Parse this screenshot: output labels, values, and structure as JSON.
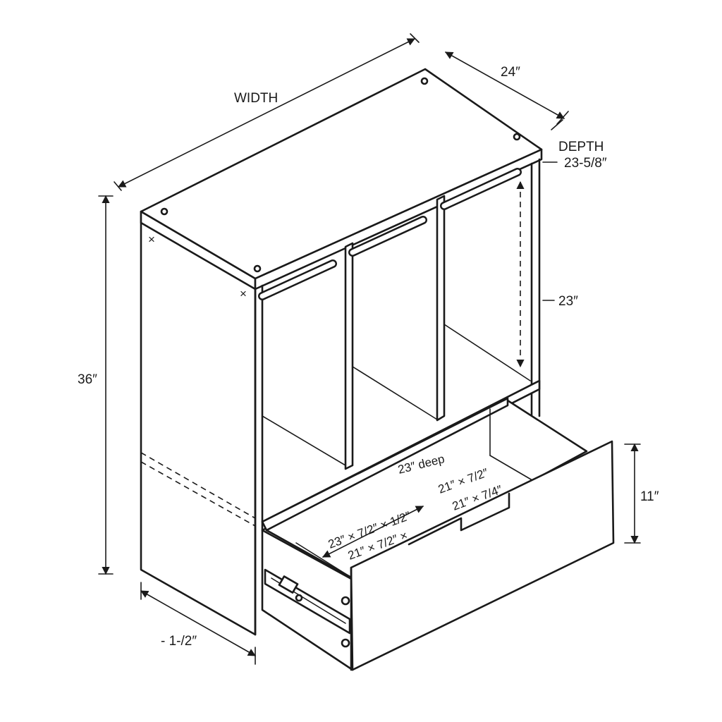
{
  "labels": {
    "width": "WIDTH",
    "top_depth": "24″",
    "depth_title": "DEPTH",
    "depth_value": "23-5/8″",
    "height": "36″",
    "interior_height": "23″",
    "drawer_height": "11″",
    "bottom_offset": "- 1-/2″",
    "drawer_deep": "23″ deep",
    "drawer_dim_1": "23″ × 7/2″ × 1/2″",
    "drawer_dim_2": "21″ × 7/2″ ×",
    "drawer_dim_3": "21″ × 7/2″",
    "drawer_dim_4": "21″ × 7/4″"
  }
}
